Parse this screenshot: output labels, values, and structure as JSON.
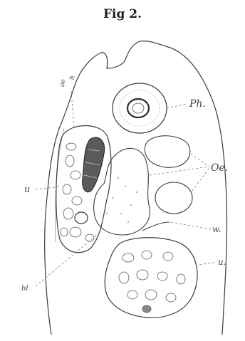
{
  "figure": {
    "title": "Fig 2."
  },
  "labels": {
    "ph": "Ph.",
    "oe": "Oe.",
    "u_left": "u",
    "u_right": "u.",
    "w": "w.",
    "bl": "bl",
    "oe_top": "oe",
    "h_top": "h"
  },
  "colors": {
    "ink": "#3a3a3a",
    "faint": "#8a8a8a",
    "paper": "#ffffff"
  }
}
